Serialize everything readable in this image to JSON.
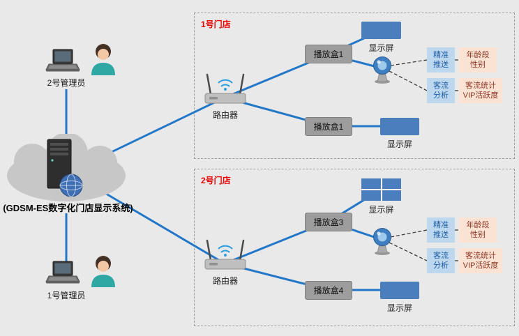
{
  "system_label": "(GDSM-ES数字化门店显示系统)",
  "admins": [
    {
      "label": "2号管理员"
    },
    {
      "label": "1号管理员"
    }
  ],
  "stores": [
    {
      "title": "1号门店",
      "router_label": "路由器",
      "player_top": "播放盒1",
      "player_bottom": "播放盒1",
      "display_top_label": "显示屏",
      "display_top_type": "single",
      "display_bottom_label": "显示屏",
      "push_tag": "精准\n推送",
      "push_result": "年龄段\n性别",
      "flow_tag": "客流\n分析",
      "flow_result": "客流统计\nVIP活跃度"
    },
    {
      "title": "2号门店",
      "router_label": "路由器",
      "player_top": "播放盒3",
      "player_bottom": "播放盒4",
      "display_top_label": "显示屏",
      "display_top_type": "grid",
      "display_bottom_label": "显示屏",
      "push_tag": "精准\n推送",
      "push_result": "年龄段\n性别",
      "flow_tag": "客流\n分析",
      "flow_result": "客流统计\nVIP活跃度"
    }
  ],
  "icons": {
    "cloud": "cloud-shape",
    "server": "server-tower-with-globe",
    "router": "wifi-router",
    "camera": "webcam",
    "laptop": "laptop",
    "person": "admin-avatar"
  },
  "colors": {
    "line-blue": "#2277c8",
    "display-blue": "#4a7ebd",
    "tag-blue-bg": "#bdd7ee",
    "tag-blue-text": "#1f5fa8",
    "tag-peach-bg": "#fbe3d3",
    "tag-peach-text": "#8a3324",
    "store-red": "#e60000",
    "player-gray": "#9d9d9d",
    "canvas-gray": "#e9e9e9"
  }
}
